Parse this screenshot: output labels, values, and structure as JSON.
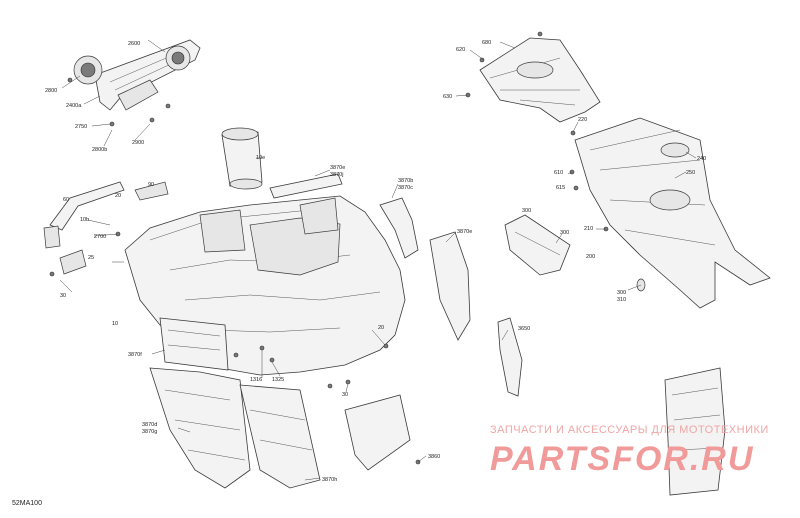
{
  "diagram": {
    "doc_id": "52MA100",
    "watermark": {
      "caption": "ЗАПЧАСТИ И АКСЕССУАРЫ ДЛЯ МОТОТЕХНИКИ",
      "logo": "PARTSFOR.RU"
    },
    "callouts": [
      "2600",
      "2800",
      "2400a",
      "2750",
      "2900",
      "2800b",
      "620",
      "680",
      "630",
      "220",
      "240",
      "250",
      "10e",
      "3870e",
      "3870j",
      "3870b",
      "3870c",
      "3870e",
      "60",
      "10b",
      "2700",
      "30",
      "20",
      "90",
      "25",
      "10",
      "3870f",
      "20",
      "1316",
      "1325",
      "30",
      "610",
      "615",
      "300",
      "300",
      "210",
      "200",
      "300",
      "310",
      "3650",
      "3860",
      "3870d",
      "3870g",
      "3870h"
    ]
  }
}
